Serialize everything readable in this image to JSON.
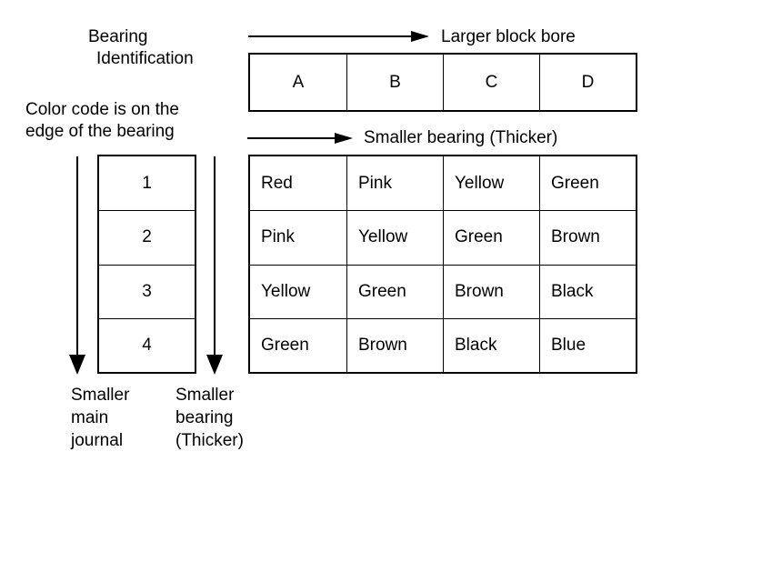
{
  "title": "Bearing Identification",
  "colors": {
    "ink": "#000000",
    "background": "#ffffff"
  },
  "icons": {
    "right_arrow": "solid right-pointing triangle with tail line",
    "down_arrow": "solid down-pointing triangle with tail line"
  },
  "annotations": {
    "bearing_id": {
      "line1": "Bearing",
      "line2": "Identification"
    },
    "larger_block_bore": "Larger block bore",
    "color_code": {
      "line1": "Color code is on the",
      "line2": "edge of the bearing"
    },
    "smaller_bearing_top": "Smaller bearing (Thicker)",
    "smaller_main_journal": {
      "line1": "Smaller",
      "line2": "main",
      "line3": "journal"
    },
    "smaller_bearing_bottom": {
      "line1": "Smaller",
      "line2": "bearing",
      "line3": "(Thicker)"
    }
  },
  "chart_data": {
    "type": "table",
    "title": "Bearing Identification",
    "column_headers": [
      "A",
      "B",
      "C",
      "D"
    ],
    "row_headers": [
      "1",
      "2",
      "3",
      "4"
    ],
    "cells": [
      [
        "Red",
        "Pink",
        "Yellow",
        "Green"
      ],
      [
        "Pink",
        "Yellow",
        "Green",
        "Brown"
      ],
      [
        "Yellow",
        "Green",
        "Brown",
        "Black"
      ],
      [
        "Green",
        "Brown",
        "Black",
        "Blue"
      ]
    ],
    "column_axis_label": "Larger block bore",
    "column_axis_direction": "left-to-right",
    "row_axis_labels": [
      "Smaller main journal",
      "Smaller bearing (Thicker)"
    ],
    "row_axis_direction": "top-to-bottom",
    "secondary_axis_label": "Smaller bearing (Thicker)",
    "note": "Color code is on the edge of the bearing"
  }
}
